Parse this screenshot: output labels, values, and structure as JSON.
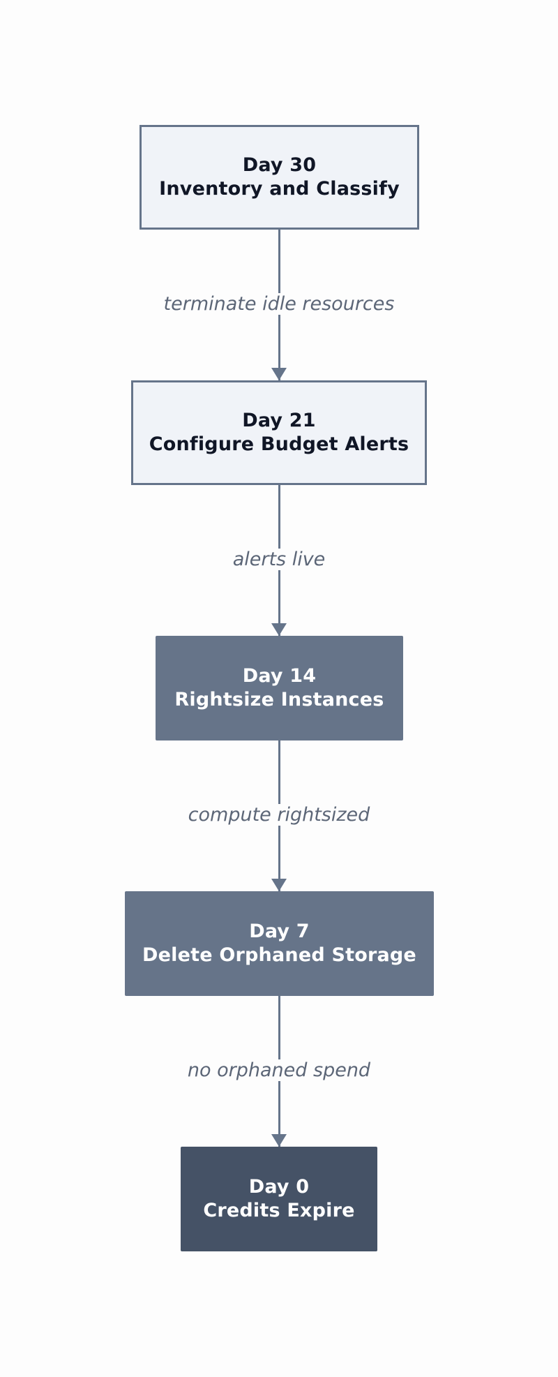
{
  "nodes": [
    {
      "day": "Day 30",
      "title": "Inventory and Classify"
    },
    {
      "day": "Day 21",
      "title": "Configure Budget Alerts"
    },
    {
      "day": "Day 14",
      "title": "Rightsize Instances"
    },
    {
      "day": "Day 7",
      "title": "Delete Orphaned Storage"
    },
    {
      "day": "Day 0",
      "title": "Credits Expire"
    }
  ],
  "edges": [
    {
      "label": "terminate idle resources"
    },
    {
      "label": "alerts live"
    },
    {
      "label": "compute rightsized"
    },
    {
      "label": "no orphaned spend"
    }
  ],
  "colors": {
    "light_fill": "#f0f3f8",
    "border": "#65748a",
    "mid_fill": "#667489",
    "dark_fill": "#455266",
    "dark_text": "#101626",
    "edge_label": "#5c6677"
  }
}
